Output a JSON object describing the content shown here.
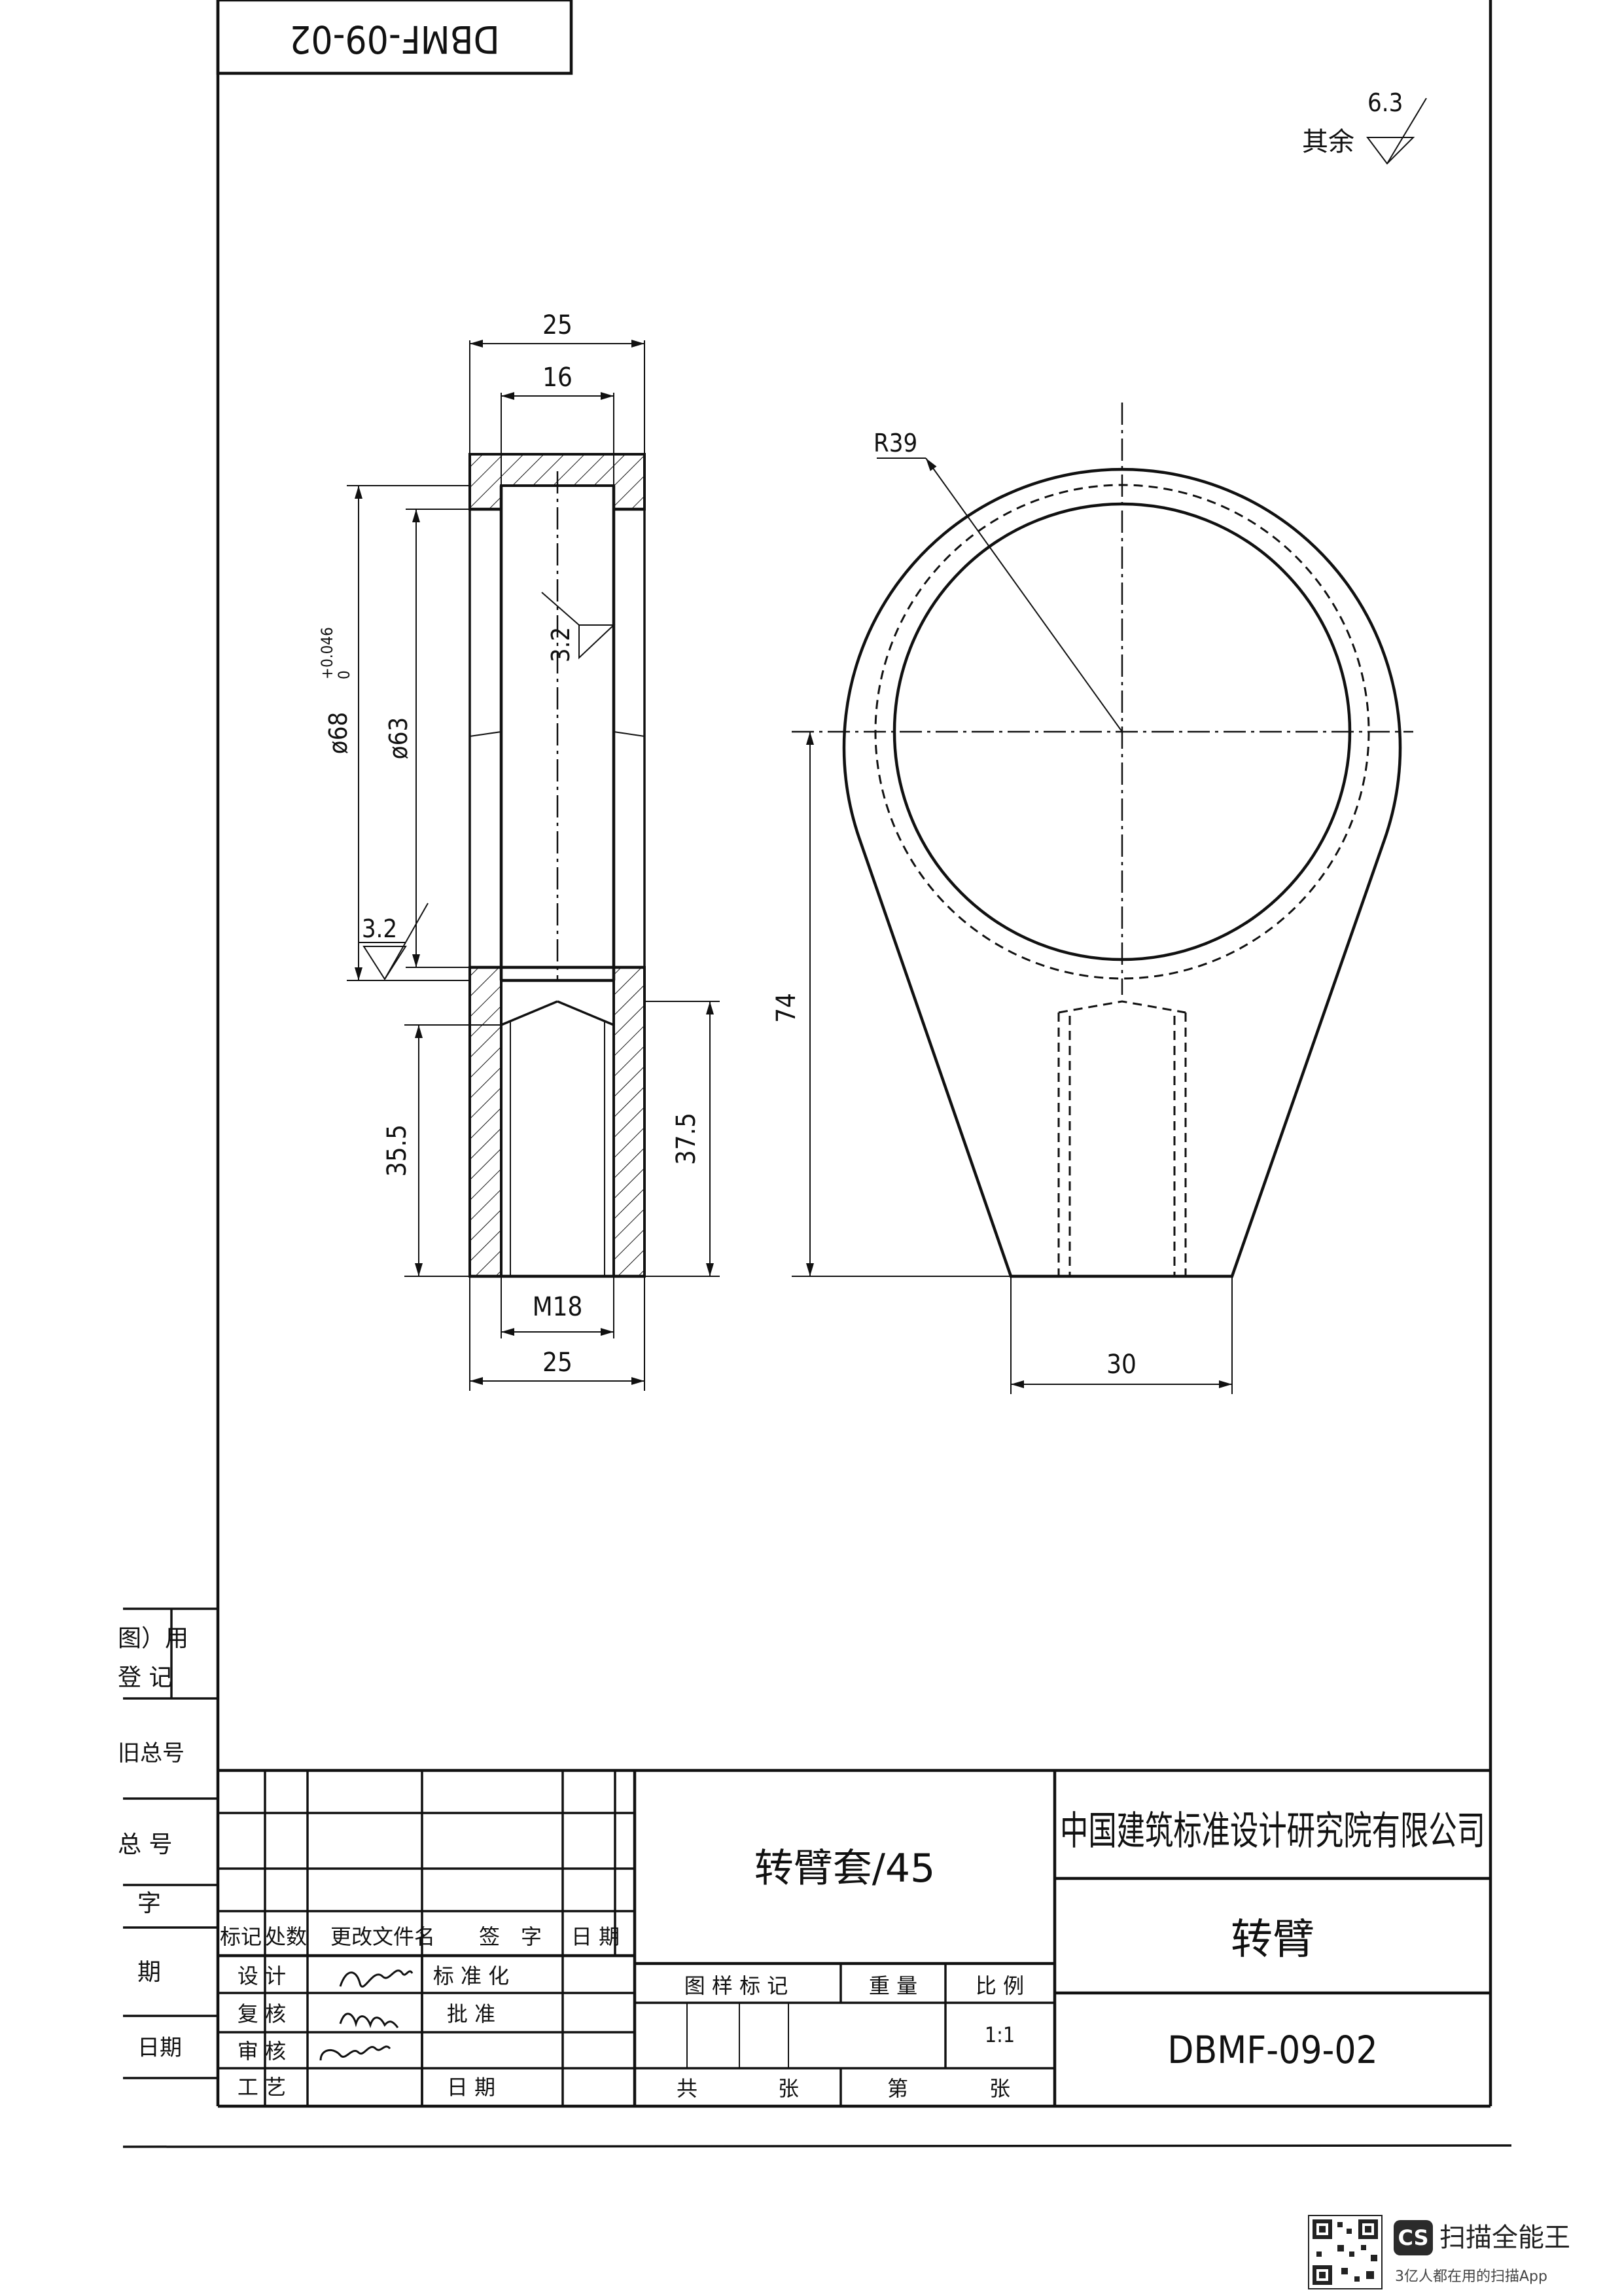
{
  "drawing_number_mirrored": "DBMF-09-02",
  "roughness_general": {
    "prefix": "其余",
    "value": "6.3"
  },
  "section_view": {
    "dim_top_outer": "25",
    "dim_top_inner": "16",
    "dim_outer_dia_main": "ø68",
    "dim_outer_dia_tol_upper": "+0.046",
    "dim_outer_dia_tol_lower": "0",
    "dim_inner_dia": "ø63",
    "roughness_bore": "3.2",
    "roughness_outer": "3.2",
    "dim_left_lower": "35.5",
    "dim_right_lower": "37.5",
    "dim_thread": "M18",
    "dim_bottom": "25"
  },
  "front_view": {
    "dim_radius": "R39",
    "dim_height": "74",
    "dim_base_width": "30"
  },
  "left_strip": {
    "row1_line1": "图）用",
    "row1_line2": "登 记",
    "row2": "旧总号",
    "row3": "总 号",
    "row4": "字",
    "row5": "期",
    "row6": "日期"
  },
  "revision_table": {
    "header": [
      "标记",
      "处数",
      "更改文件名",
      "签　字",
      "日 期"
    ],
    "roles": [
      "设 计",
      "复 核",
      "审 核",
      "工 艺"
    ],
    "right_labels": [
      "标 准 化",
      "批  准",
      "日  期"
    ]
  },
  "title_block": {
    "part_name_material": "转臂套/45",
    "company": "中国建筑标准设计研究院有限公司",
    "assembly_name": "转臂",
    "drawing_number": "DBMF-09-02",
    "labels": [
      "图 样 标 记",
      "重 量",
      "比 例"
    ],
    "scale": "1:1",
    "sheet_total_label": "共",
    "sheet_unit_1": "张",
    "sheet_no_label": "第",
    "sheet_unit_2": "张"
  },
  "watermark": {
    "badge": "CS",
    "brand": "扫描全能王",
    "tagline": "3亿人都在用的扫描App"
  }
}
